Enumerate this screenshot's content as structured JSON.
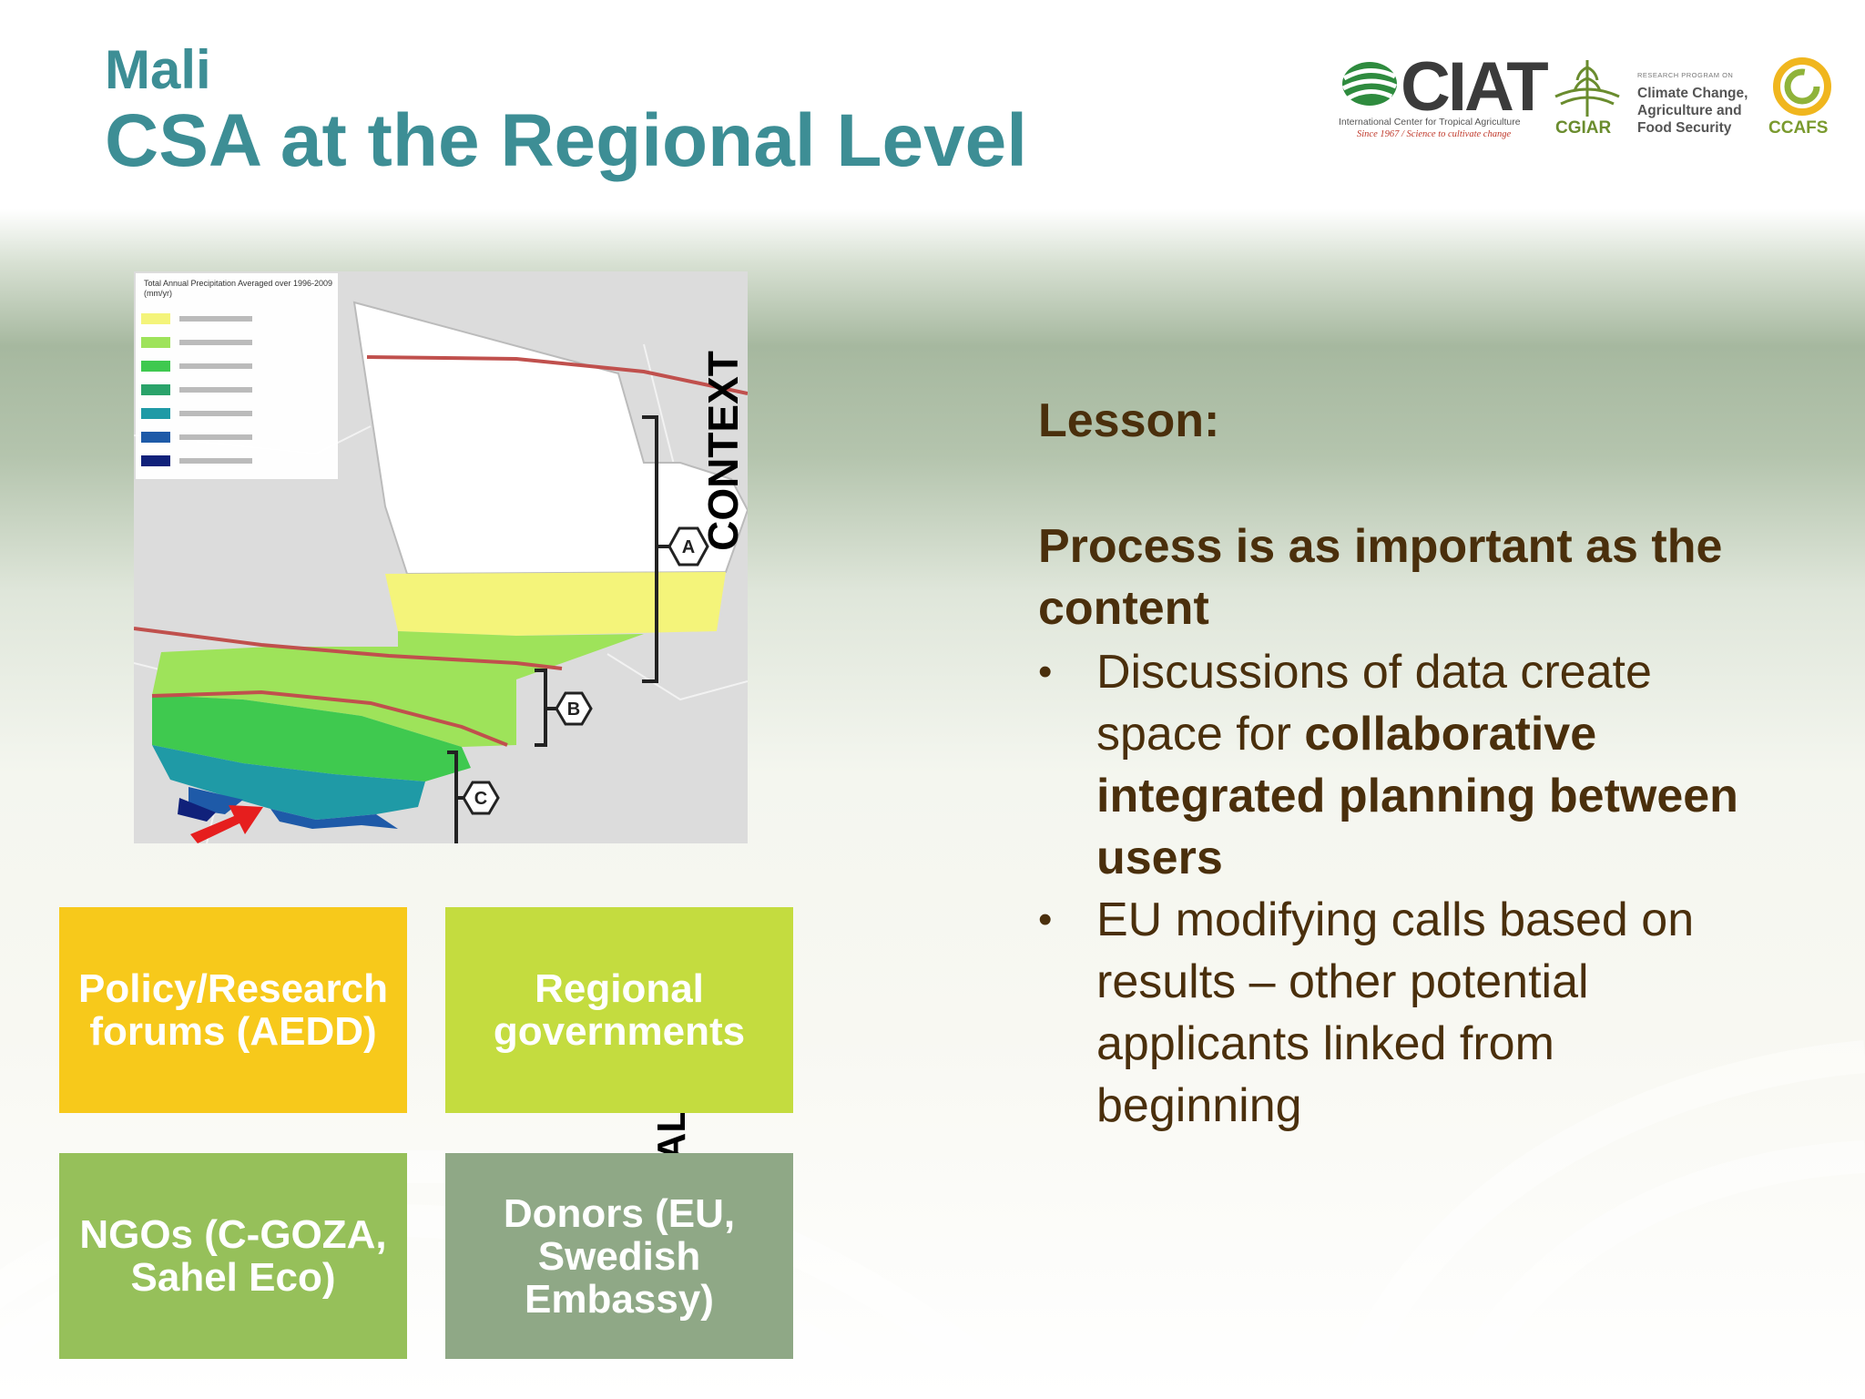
{
  "header": {
    "subtitle": "Mali",
    "title": "CSA at the Regional Level"
  },
  "logos": {
    "ciat": {
      "name": "CIAT",
      "line1": "International Center for Tropical Agriculture",
      "line2": "Since 1967 / Science to cultivate change"
    },
    "cgiar": {
      "name": "CGIAR"
    },
    "research_program": {
      "small": "RESEARCH PROGRAM ON",
      "line1": "Climate Change,",
      "line2": "Agriculture and",
      "line3": "Food Security"
    },
    "ccafs": {
      "name": "CCAFS"
    }
  },
  "map": {
    "legend_title": "Total Annual Precipitation Averaged over 1996-2009 (mm/yr)",
    "zone_labels": [
      "A",
      "B",
      "C"
    ],
    "colors": {
      "zone_yellow": "#f4f47a",
      "zone_light_green": "#9ee35a",
      "zone_green": "#3fc94f",
      "zone_teal": "#1f9aa6",
      "zone_blue": "#1e5aa8",
      "zone_navy": "#10217a",
      "rainfall_lines": "#c0504d",
      "arrow": "#e61e1e"
    }
  },
  "labels": {
    "context": "CONTEXT",
    "potential_users": "POTENTIAL USERS"
  },
  "users": [
    {
      "text": "Policy/Research forums (AEDD)",
      "color": "#f7c91b"
    },
    {
      "text": "Regional governments",
      "color": "#c4dc3f"
    },
    {
      "text": "NGOs (C-GOZA, Sahel Eco)",
      "color": "#96c05a"
    },
    {
      "text": "Donors (EU, Swedish Embassy)",
      "color": "#8fa886"
    }
  ],
  "lesson": {
    "label": "Lesson:",
    "key_message": "Process is as important as the content",
    "bullet1": {
      "text_before": "Discussions of data create space for ",
      "bold": "collaborative integrated planning between users"
    },
    "bullet2": "EU modifying calls based on results – other potential applicants linked from beginning"
  }
}
